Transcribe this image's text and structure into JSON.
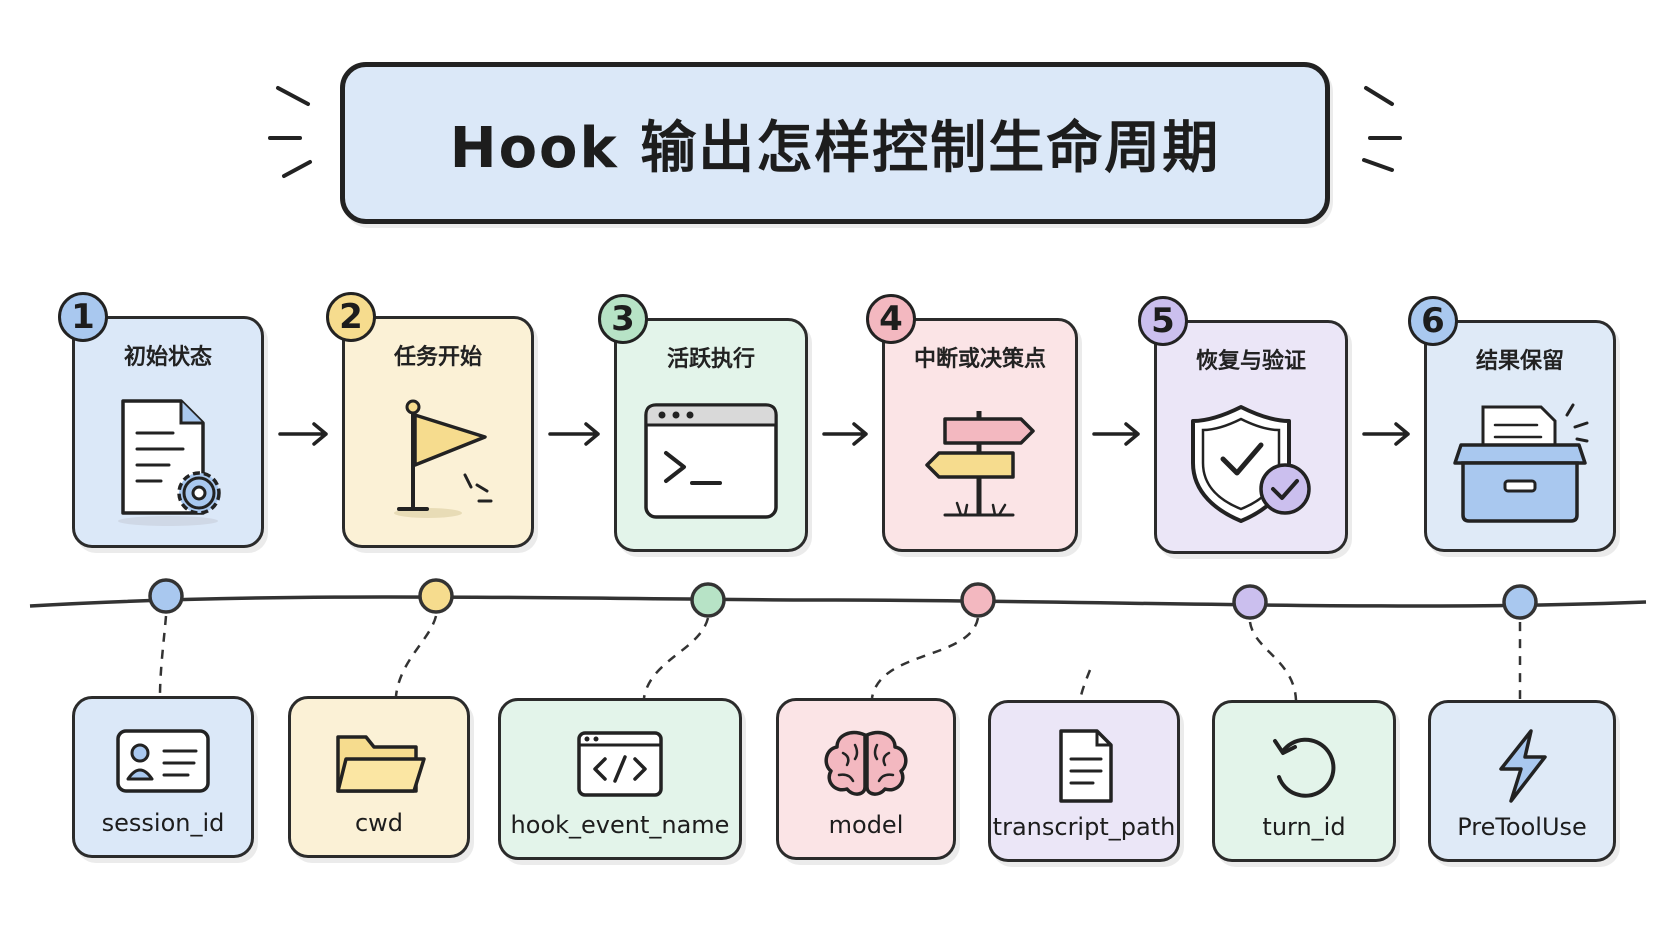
{
  "title": "Hook 输出怎样控制生命周期",
  "steps": [
    {
      "number": "1",
      "label": "初始状态",
      "icon": "document-gear-icon",
      "color": "#dbe8f8",
      "accent": "#a9c8ef"
    },
    {
      "number": "2",
      "label": "任务开始",
      "icon": "flag-icon",
      "color": "#fbf1d6",
      "accent": "#f6dc8e"
    },
    {
      "number": "3",
      "label": "活跃执行",
      "icon": "terminal-window-icon",
      "color": "#e3f4ea",
      "accent": "#b7e3c6"
    },
    {
      "number": "4",
      "label": "中断或决策点",
      "icon": "signpost-icon",
      "color": "#fbe4e6",
      "accent": "#f3b8c0"
    },
    {
      "number": "5",
      "label": "恢复与验证",
      "icon": "shield-check-icon",
      "color": "#ebe6f7",
      "accent": "#cbbfee"
    },
    {
      "number": "6",
      "label": "结果保留",
      "icon": "archive-box-icon",
      "color": "#dfeaf7",
      "accent": "#a9c8ef"
    }
  ],
  "fields": [
    {
      "label": "session_id",
      "icon": "id-card-icon",
      "color": "#dbe8f8"
    },
    {
      "label": "cwd",
      "icon": "folder-icon",
      "color": "#fbf1d6"
    },
    {
      "label": "hook_event_name",
      "icon": "code-window-icon",
      "color": "#e3f4ea"
    },
    {
      "label": "model",
      "icon": "brain-icon",
      "color": "#fbe4e6"
    },
    {
      "label": "transcript_path",
      "icon": "document-icon",
      "color": "#ebe6f7"
    },
    {
      "label": "turn_id",
      "icon": "refresh-icon",
      "color": "#e3f4ea"
    },
    {
      "label": "PreToolUse",
      "icon": "lightning-icon",
      "color": "#dfeaf7"
    }
  ],
  "colors": {
    "ink": "#222222",
    "line": "#333333"
  }
}
